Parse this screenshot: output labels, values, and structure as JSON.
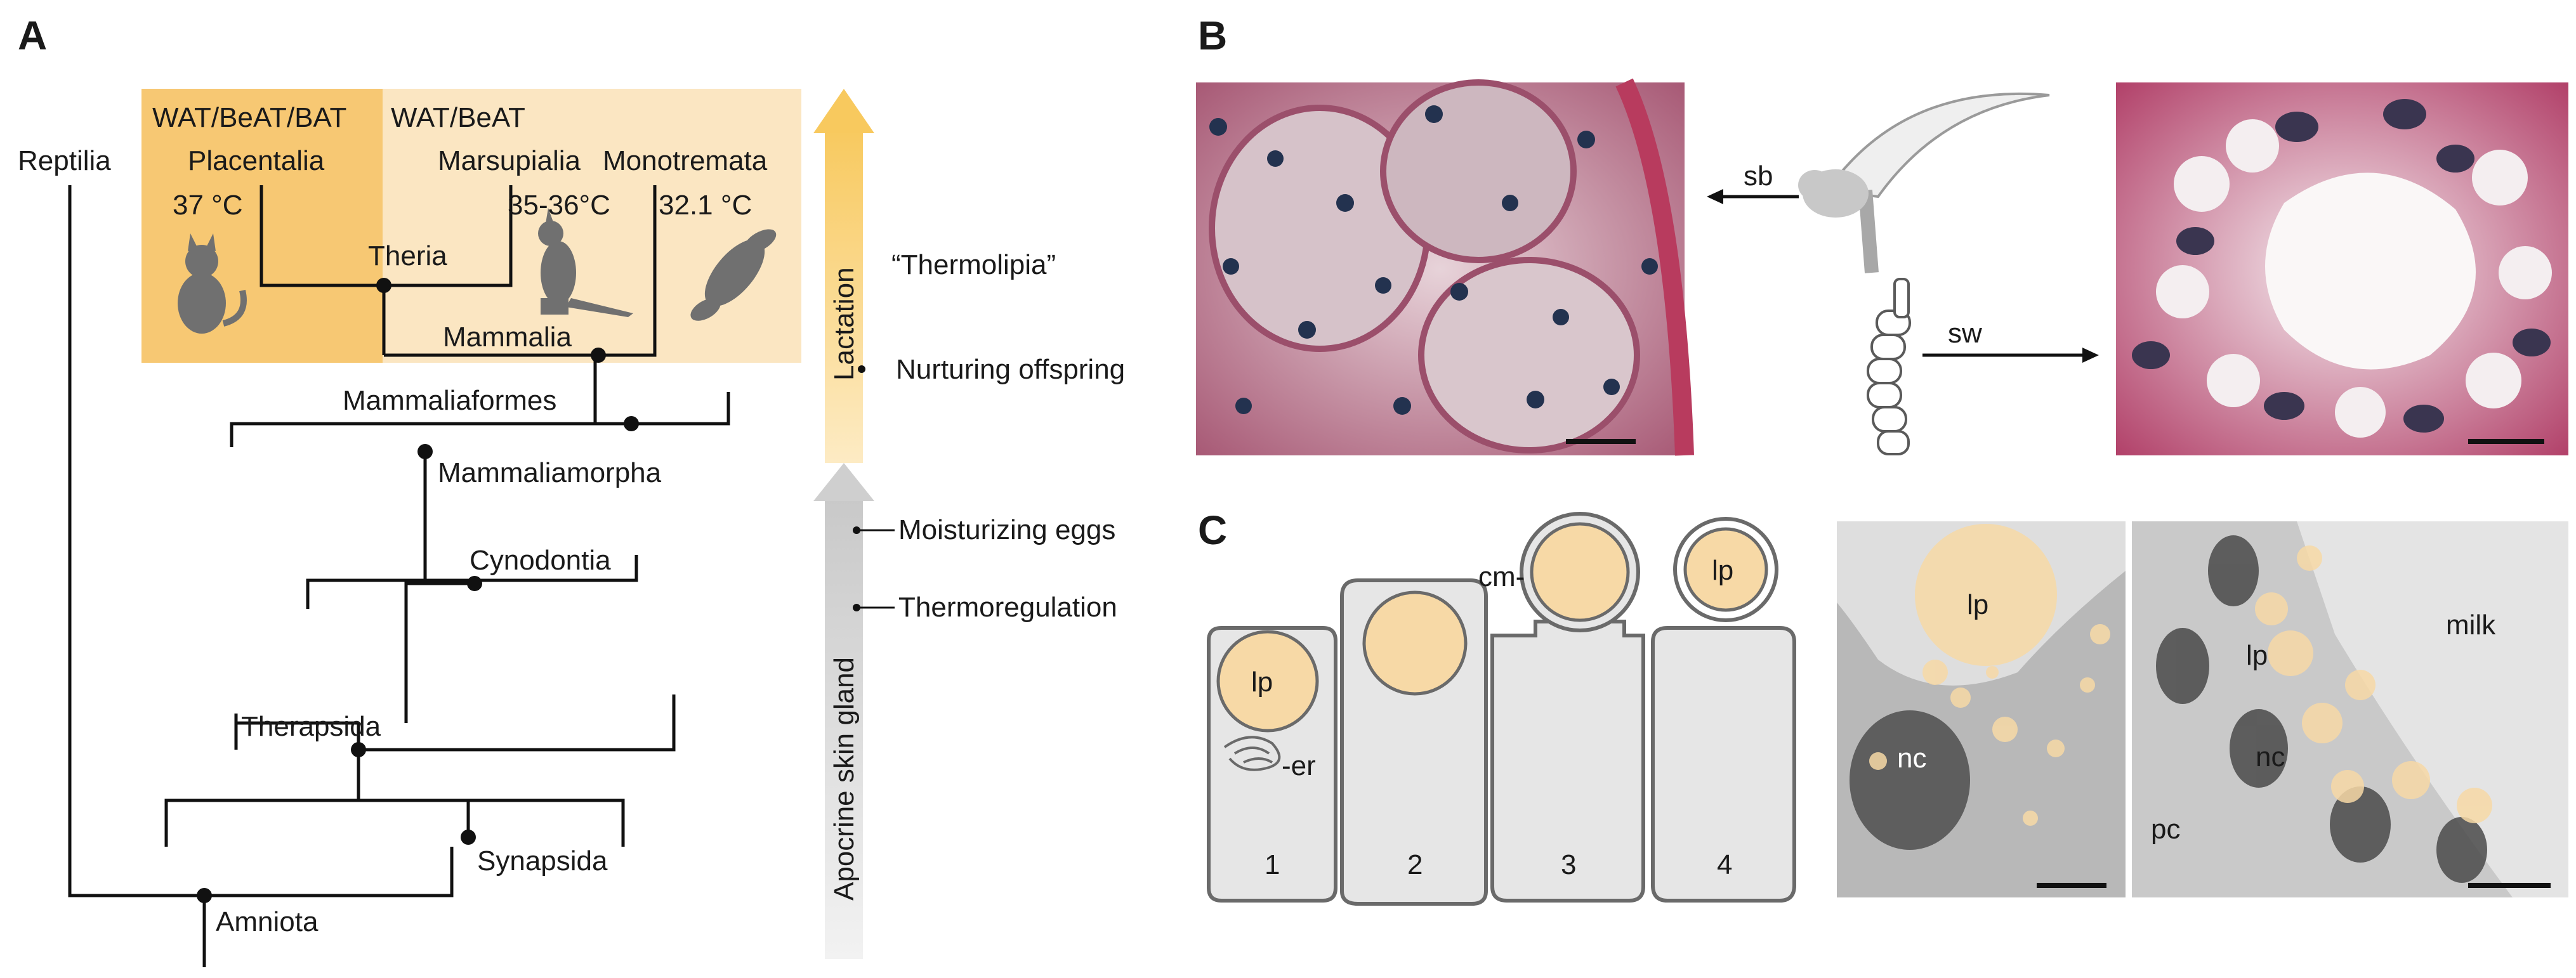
{
  "panels": {
    "a": "A",
    "b": "B",
    "c": "C"
  },
  "tree": {
    "outgroup": "Reptilia",
    "groups": {
      "placentalia": {
        "adipose": "WAT/BeAT/BAT",
        "name": "Placentalia",
        "temp": "37 °C"
      },
      "marsupialia": {
        "adipose": "WAT/BeAT",
        "name": "Marsupialia",
        "temp": "35-36°C"
      },
      "monotremata": {
        "name": "Monotremata",
        "temp": "32.1 °C"
      }
    },
    "nodes": {
      "theria": "Theria",
      "mammalia": "Mammalia",
      "mammaliaformes": "Mammaliaformes",
      "mammaliamorpha": "Mammaliamorpha",
      "cynodontia": "Cynodontia",
      "therapsida": "Therapsida",
      "synapsida": "Synapsida",
      "amniota": "Amniota"
    },
    "colors": {
      "placentalia_box": "#f7c873",
      "mammals_box": "#fbe6c2",
      "line": "#111111"
    }
  },
  "timeline": {
    "upper": "Lactation",
    "lower": "Apocrine skin gland",
    "quote": "“Thermolipia”",
    "functions": [
      "Nurturing offspring",
      "Moisturizing eggs",
      "Thermoregulation"
    ],
    "colors": {
      "upper": "#fbd98a",
      "lower": "#cfcfcf"
    }
  },
  "panel_b": {
    "sebaceous": "sb",
    "sweat": "sw"
  },
  "panel_c": {
    "cells": [
      "1",
      "2",
      "3",
      "4"
    ],
    "lipid": "lp",
    "er": "-er",
    "membrane": "cm-",
    "em_labels": {
      "lipid": "lp",
      "nucleus": "nc",
      "milk": "milk",
      "pc": "pc"
    },
    "colors": {
      "lipid": "#f7d9a6",
      "cell": "#e6e6e6"
    }
  }
}
